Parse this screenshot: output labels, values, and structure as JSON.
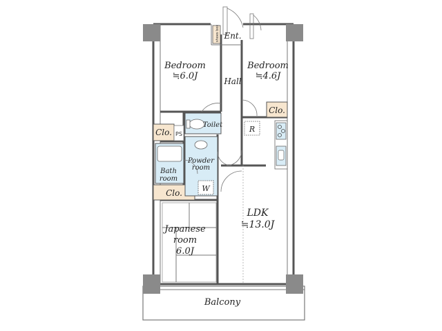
{
  "rooms": {
    "bedroom_left": {
      "name": "Bedroom",
      "size": "≒6.0J"
    },
    "bedroom_right": {
      "name": "Bedroom",
      "size": "≒4.6J"
    },
    "hall": {
      "name": "Hall"
    },
    "entrance": {
      "name": "Ent."
    },
    "shoe_box": {
      "name": "shoes box"
    },
    "toilet": {
      "name": "Toilet"
    },
    "powder_room": {
      "name_line1": "Powder",
      "name_line2": "room"
    },
    "bathroom": {
      "name_line1": "Bath",
      "name_line2": "room"
    },
    "washer": {
      "name": "W"
    },
    "ps": {
      "name": "PS"
    },
    "refrigerator": {
      "name": "R"
    },
    "ldk": {
      "name": "LDK",
      "size": "≒13.0J"
    },
    "japanese_room": {
      "name_line1": "Japanese",
      "name_line2": "room",
      "size": "6.0J"
    },
    "balcony": {
      "name": "Balcony"
    },
    "closets": [
      "Clo.",
      "Clo.",
      "Clo."
    ]
  },
  "colors": {
    "closet_fill": "#f7e6cf",
    "wet_area_fill": "#d8ecf6",
    "pillar": "#8a8a8a",
    "wall": "#555555"
  }
}
